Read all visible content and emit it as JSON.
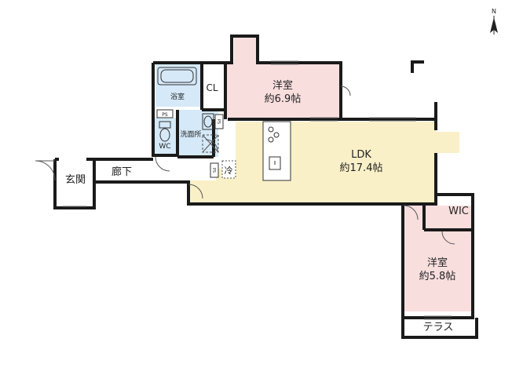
{
  "compass": {
    "label": "N"
  },
  "rooms": {
    "western_room_1": {
      "name": "洋室",
      "size": "約6.9帖"
    },
    "ldk": {
      "name": "LDK",
      "size": "約17.4帖"
    },
    "western_room_2": {
      "name": "洋室",
      "size": "約5.8帖"
    },
    "closet": {
      "name": "CL"
    },
    "bathroom": {
      "name": "浴室"
    },
    "washroom": {
      "name": "洗面所"
    },
    "toilet": {
      "name": "WC"
    },
    "entrance": {
      "name": "玄関"
    },
    "hallway": {
      "name": "廊下"
    },
    "refrigerator": {
      "name": "冷"
    },
    "wic": {
      "name": "WIC"
    },
    "terrace": {
      "name": "テラス"
    },
    "pipe_space": {
      "name": "PS"
    }
  },
  "colors": {
    "western_room": "#f9dede",
    "ldk": "#faf0c8",
    "wet_area": "#d5e9f8",
    "wall": "#1a1a1a",
    "neutral": "#ffffff"
  }
}
